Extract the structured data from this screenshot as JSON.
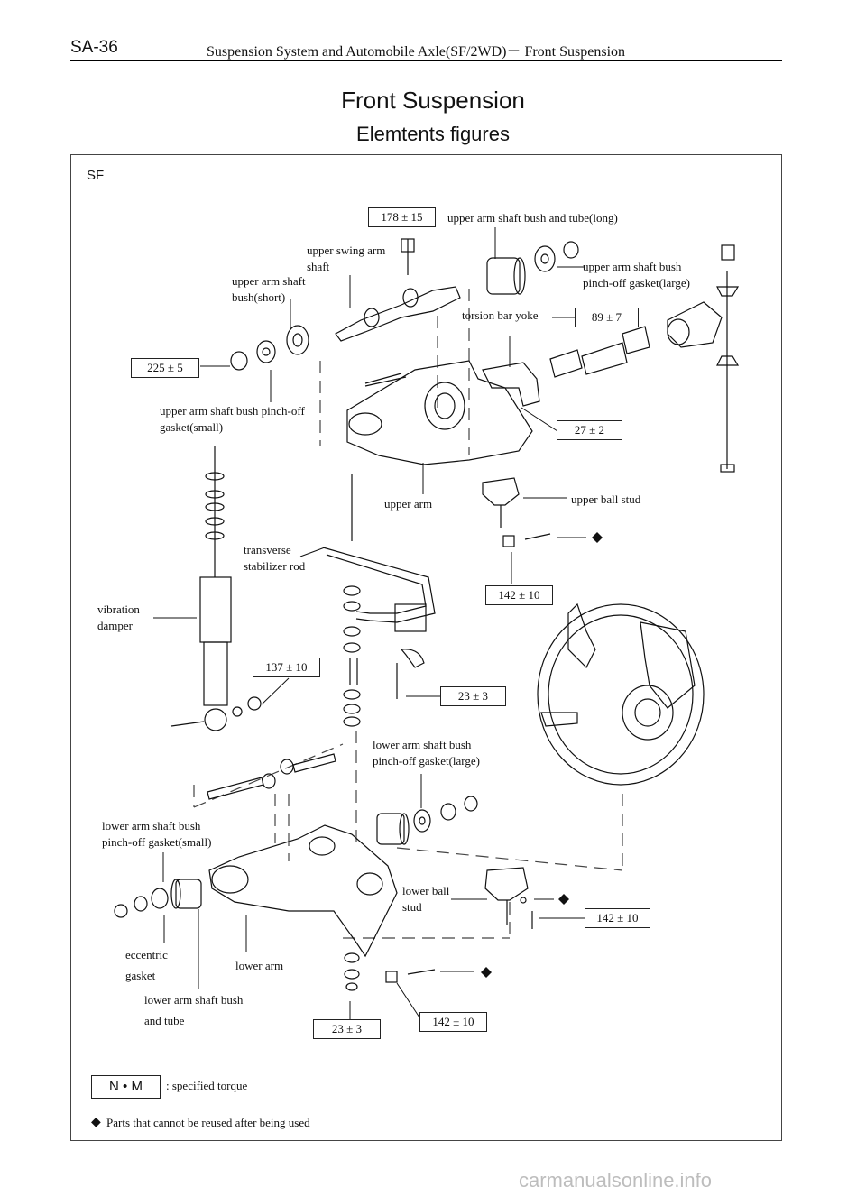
{
  "header": {
    "code": "SA-36",
    "title": "Suspension System and Automobile Axle(SF/2WD)－ Front Suspension"
  },
  "page": {
    "title": "Front Suspension",
    "subtitle": "Elemtents figures",
    "variant": "SF"
  },
  "labels": {
    "upper_arm_shaft_bush_tube_long": "upper arm shaft bush and tube(long)",
    "upper_swing_arm_shaft_1": "upper swing arm",
    "upper_swing_arm_shaft_2": "shaft",
    "upper_arm_shaft_bush_short_1": "upper arm shaft",
    "upper_arm_shaft_bush_short_2": "bush(short)",
    "upper_pinch_gasket_large_1": "upper arm shaft bush",
    "upper_pinch_gasket_large_2": "pinch-off gasket(large)",
    "torsion_bar_yoke": "torsion bar yoke",
    "upper_pinch_gasket_small_1": "upper arm shaft bush pinch-off",
    "upper_pinch_gasket_small_2": "gasket(small)",
    "upper_arm": "upper arm",
    "upper_ball_stud": "upper ball stud",
    "transverse_stabilizer_1": "transverse",
    "transverse_stabilizer_2": "stabilizer rod",
    "vibration_damper_1": "vibration",
    "vibration_damper_2": "damper",
    "lower_pinch_gasket_large_1": "lower arm shaft bush",
    "lower_pinch_gasket_large_2": "pinch-off gasket(large)",
    "lower_pinch_gasket_small_1": "lower arm shaft bush",
    "lower_pinch_gasket_small_2": "pinch-off gasket(small)",
    "lower_ball_stud_1": "lower ball",
    "lower_ball_stud_2": "stud",
    "eccentric_gasket_1": "eccentric",
    "eccentric_gasket_2": "gasket",
    "lower_arm": "lower arm",
    "lower_arm_shaft_bush_tube_1": "lower arm shaft bush",
    "lower_arm_shaft_bush_tube_2": "and tube"
  },
  "torques": {
    "t178": "178 ± 15",
    "t89": "89 ± 7",
    "t225": "225 ± 5",
    "t27": "27 ± 2",
    "t142_upper": "142 ± 10",
    "t137": "137 ± 10",
    "t23_stab": "23 ± 3",
    "t142_lower_ball": "142 ± 10",
    "t142_bottom": "142 ± 10",
    "t23_bottom": "23 ± 3"
  },
  "legend": {
    "nm_box": "N • M",
    "nm_text": ": specified torque",
    "diamond": "◆",
    "diamond_text": "Parts that cannot be reused after being used"
  },
  "watermark": "carmanualsonline.info"
}
